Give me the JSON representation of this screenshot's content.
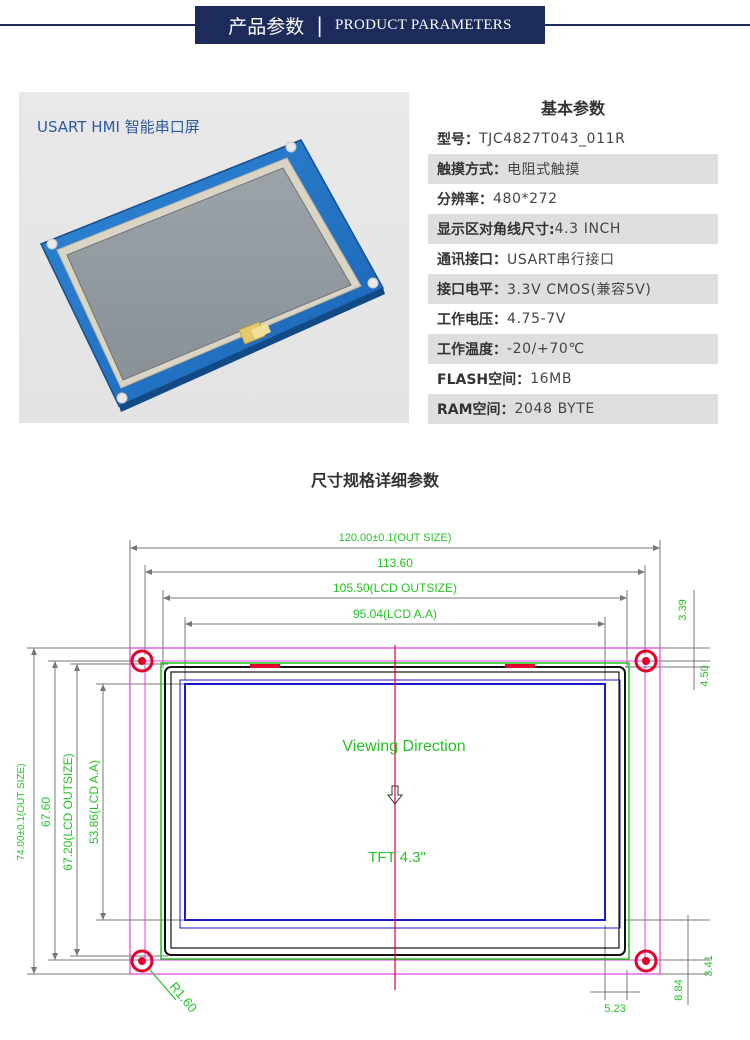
{
  "header": {
    "title_cn": "产品参数",
    "separator": "|",
    "title_en": "PRODUCT PARAMETERS"
  },
  "photo": {
    "caption": "USART HMI 智能串口屏"
  },
  "specs": {
    "title": "基本参数",
    "rows": [
      {
        "key": "型号：",
        "value": "TJC4827T043_011R"
      },
      {
        "key": "触摸方式：",
        "value": "电阻式触摸"
      },
      {
        "key": "分辨率：",
        "value": "480*272"
      },
      {
        "key": "显示区对角线尺寸:",
        "value": "4.3 INCH"
      },
      {
        "key": "通讯接口：",
        "value": "USART串行接口"
      },
      {
        "key": "接口电平：",
        "value": "3.3V CMOS(兼容5V)"
      },
      {
        "key": "工作电压：",
        "value": "4.75-7V"
      },
      {
        "key": "工作温度：",
        "value": "-20/+70℃"
      },
      {
        "key": "FLASH空间：",
        "value": "16MB"
      },
      {
        "key": "RAM空间：",
        "value": "2048 BYTE"
      }
    ]
  },
  "drawing": {
    "title": "尺寸规格详细参数",
    "dims": {
      "out_size": "120.00±0.1(OUT SIZE)",
      "w_113": "113.60",
      "lcd_outsize_w": "105.50(LCD OUTSIZE)",
      "lcd_aa_w": "95.04(LCD A.A)",
      "h_out": "74.00±0.1(OUT SIZE)",
      "h_6760": "67.60",
      "lcd_outsize_h": "67.20(LCD OUTSIZE)",
      "lcd_aa_h": "53.86(LCD A.A)",
      "d_339": "3.39",
      "d_450": "4.50",
      "d_341": "3.41",
      "d_884": "8.84",
      "d_523": "5.23",
      "radius": "R1.60"
    },
    "viewing": "Viewing Direction",
    "tft": "TFT 4.3\""
  },
  "colors": {
    "header_bg": "#1d2b5a",
    "caption_blue": "#2c5aa0",
    "dim_green": "#22c322",
    "outline_magenta": "#e040e0",
    "outline_blue": "#1a1acc",
    "mounting_red": "#e0002a"
  }
}
